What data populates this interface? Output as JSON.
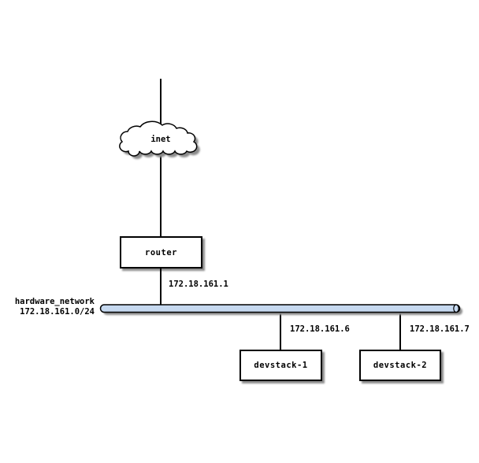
{
  "diagram": {
    "nodes": {
      "inet": {
        "label": "inet"
      },
      "router": {
        "label": "router"
      },
      "devstack1": {
        "label": "devstack-1"
      },
      "devstack2": {
        "label": "devstack-2"
      }
    },
    "network": {
      "name": "hardware_network",
      "cidr": "172.18.161.0/24",
      "bar_fill": "#c6d9f0",
      "bar_stroke": "#000000"
    },
    "ip_labels": {
      "router_ip": "172.18.161.1",
      "devstack1_ip": "172.18.161.6",
      "devstack2_ip": "172.18.161.7"
    },
    "colors": {
      "line": "#000000",
      "shadow": "#999999",
      "background": "#ffffff"
    }
  }
}
